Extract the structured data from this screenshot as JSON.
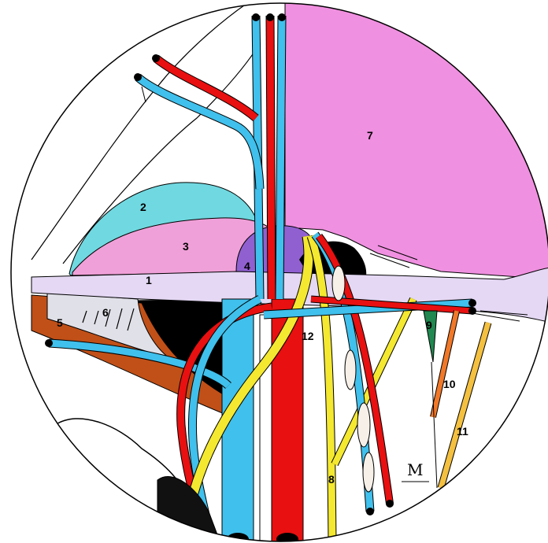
{
  "labels": {
    "l1": "1",
    "l2": "2",
    "l3": "3",
    "l4": "4",
    "l5": "5",
    "l6": "6",
    "l7": "7",
    "l8": "8",
    "l9": "9",
    "l10": "10",
    "l11": "11",
    "l12": "12"
  },
  "signature": "M",
  "colors": {
    "pink_region": "#f090e0",
    "light_pink": "#f0a0d8",
    "cyan_region": "#70d8e0",
    "lavender_band": "#e4d8f4",
    "purple_region": "#9060d0",
    "brown_band": "#c05018",
    "artery_red": "#e81010",
    "vein_blue": "#40c0ec",
    "nerve_yellow": "#f4e830",
    "orange_vessel": "#f07828",
    "green_vessel": "#208850",
    "black_cavity": "#000000"
  }
}
